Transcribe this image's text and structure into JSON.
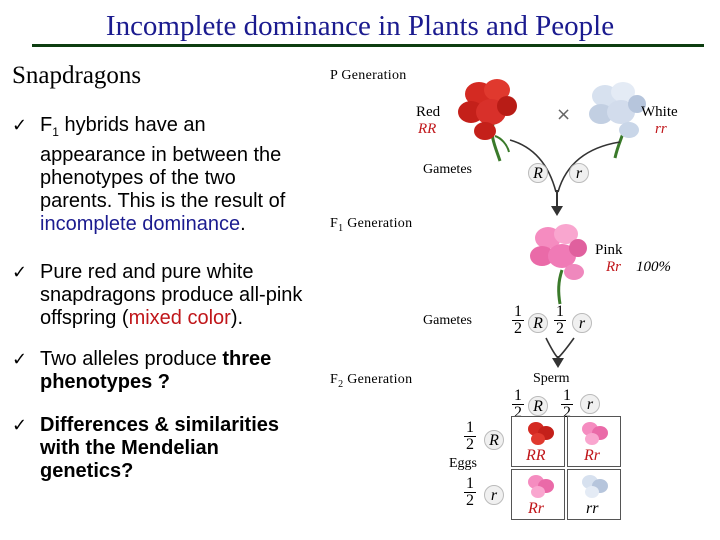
{
  "title": "Incomplete dominance in Plants and People",
  "left": {
    "heading": "Snapdragons",
    "bullet1": {
      "pre": "F",
      "sub": "1",
      "mid": " hybrids have an appearance in between the phenotypes of the two parents. This is the result of ",
      "highlight": "incomplete dominance",
      "post": "."
    },
    "bullet2": {
      "pre": "Pure red and pure white snapdragons produce all-pink offspring (",
      "highlight": "mixed color",
      "post": ")."
    },
    "bullet3": {
      "pre": "Two alleles produce ",
      "bold": "three phenotypes ?"
    },
    "bullet4": "Differences & similarities with  the Mendelian genetics?"
  },
  "diagram": {
    "p_generation": "P Generation",
    "red_label": "Red",
    "red_genotype": "RR",
    "white_label": "White",
    "white_genotype": "rr",
    "cross_symbol": "×",
    "gametes": "Gametes",
    "allele_R": "R",
    "allele_r": "r",
    "f1_prefix": "F",
    "f1_sub": "1",
    "f1_suffix": " Generation",
    "pink_label": "Pink",
    "pink_genotype": "Rr",
    "percent": "100%",
    "gametes2": "Gametes",
    "half_num": "1",
    "half_den": "2",
    "f2_prefix": "F",
    "f2_sub": "2",
    "f2_suffix": " Generation",
    "sperm": "Sperm",
    "eggs": "Eggs",
    "grid": {
      "RR": "RR",
      "Rr_top": "Rr",
      "Rr_bottom": "Rr",
      "rr": "rr"
    }
  },
  "colors": {
    "title": "#1b1b8f",
    "rule": "#0d3d10",
    "accent_red": "#c0161a",
    "red_flower": "#d42a22",
    "pink_flower": "#f07ab6",
    "white_flower": "#c9d6e8"
  }
}
